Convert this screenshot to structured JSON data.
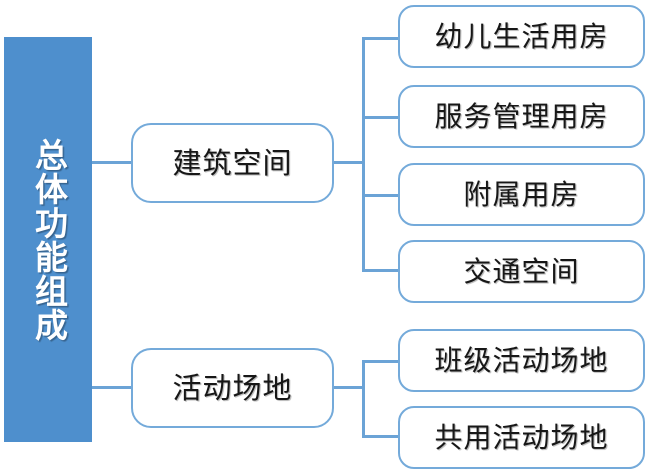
{
  "diagram": {
    "title": "总体功能组成",
    "type": "tree",
    "orientation": "left-to-right",
    "colors": {
      "root_fill": "#4e8fcd",
      "root_text": "#ffffff",
      "node_fill": "#ffffff",
      "node_border": "#74aada",
      "node_text": "#171717",
      "connector": "#6ba3d6",
      "background": "#ffffff"
    },
    "root": {
      "label": "总体功能组成",
      "shape": "vertical-bar"
    },
    "branches": [
      {
        "label": "建筑空间",
        "children": [
          {
            "label": "幼儿生活用房"
          },
          {
            "label": "服务管理用房"
          },
          {
            "label": "附属用房"
          },
          {
            "label": "交通空间"
          }
        ]
      },
      {
        "label": "活动场地",
        "children": [
          {
            "label": "班级活动场地"
          },
          {
            "label": "共用活动场地"
          }
        ]
      }
    ]
  }
}
